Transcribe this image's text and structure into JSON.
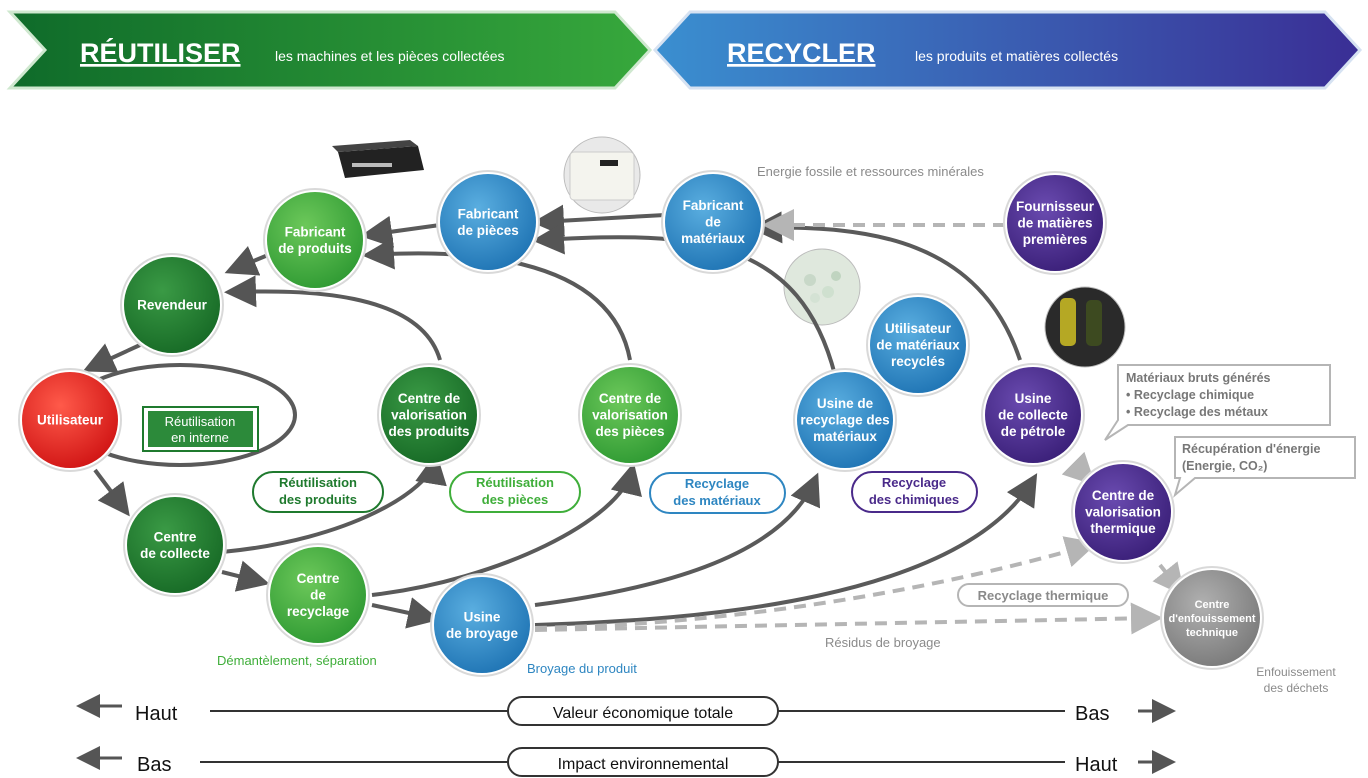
{
  "banners": {
    "left": {
      "title": "RÉUTILISER",
      "subtitle": "les machines et les pièces collectées"
    },
    "right": {
      "title": "RECYCLER",
      "subtitle": "les produits et matières collectés"
    }
  },
  "nodes": {
    "fabricant_produits": [
      "Fabricant",
      "de produits"
    ],
    "fabricant_pieces": [
      "Fabricant",
      "de pièces"
    ],
    "fabricant_materiaux": [
      "Fabricant",
      "de",
      "matériaux"
    ],
    "fournisseur": [
      "Fournisseur",
      "de matières",
      "premières"
    ],
    "revendeur": [
      "Revendeur"
    ],
    "utilisateur": [
      "Utilisateur"
    ],
    "centre_val_produits": [
      "Centre de",
      "valorisation",
      "des produits"
    ],
    "centre_val_pieces": [
      "Centre de",
      "valorisation",
      "des pièces"
    ],
    "utilisateur_recycles": [
      "Utilisateur",
      "de matériaux",
      "recyclés"
    ],
    "usine_recyclage_materiaux": [
      "Usine de",
      "recyclage des",
      "matériaux"
    ],
    "usine_collecte_petrole": [
      "Usine",
      "de collecte",
      "de pétrole"
    ],
    "centre_collecte": [
      "Centre",
      "de collecte"
    ],
    "centre_recyclage": [
      "Centre",
      "de",
      "recyclage"
    ],
    "usine_broyage": [
      "Usine",
      "de broyage"
    ],
    "centre_val_thermique": [
      "Centre de",
      "valorisation",
      "thermique"
    ],
    "centre_enfouissement": [
      "Centre",
      "d'enfouissement",
      "technique"
    ]
  },
  "labels": {
    "reutilisation_interne": [
      "Réutilisation",
      "en interne"
    ],
    "reutilisation_produits": [
      "Réutilisation",
      "des produits"
    ],
    "reutilisation_pieces": [
      "Réutilisation",
      "des pièces"
    ],
    "recyclage_materiaux": [
      "Recyclage",
      "des matériaux"
    ],
    "recyclage_chimiques": [
      "Recyclage",
      "des chimiques"
    ],
    "recyclage_thermique": "Recyclage thermique",
    "energie_fossile": "Energie fossile et ressources minérales",
    "demantelement": "Démantèlement, séparation",
    "broyage_produit": "Broyage du produit",
    "residus_broyage": "Résidus de broyage",
    "enfouissement": [
      "Enfouissement",
      "des déchets"
    ],
    "materiaux_bruts": [
      "Matériaux bruts générés",
      "• Recyclage chimique",
      "• Recyclage des métaux"
    ],
    "recuperation_energie": [
      "Récupération d'énergie",
      "(Energie, CO₂)"
    ]
  },
  "axes": {
    "row1": {
      "left": "Haut",
      "center": "Valeur économique totale",
      "right": "Bas"
    },
    "row2": {
      "left": "Bas",
      "center": "Impact environnemental",
      "right": "Haut"
    }
  },
  "colors": {
    "dark_green": "#1f7a2e",
    "light_green": "#3fae3a",
    "blue": "#2e86c1",
    "purple": "#4a2a8a",
    "red": "#e02020",
    "grey": "#8d8d8d"
  }
}
